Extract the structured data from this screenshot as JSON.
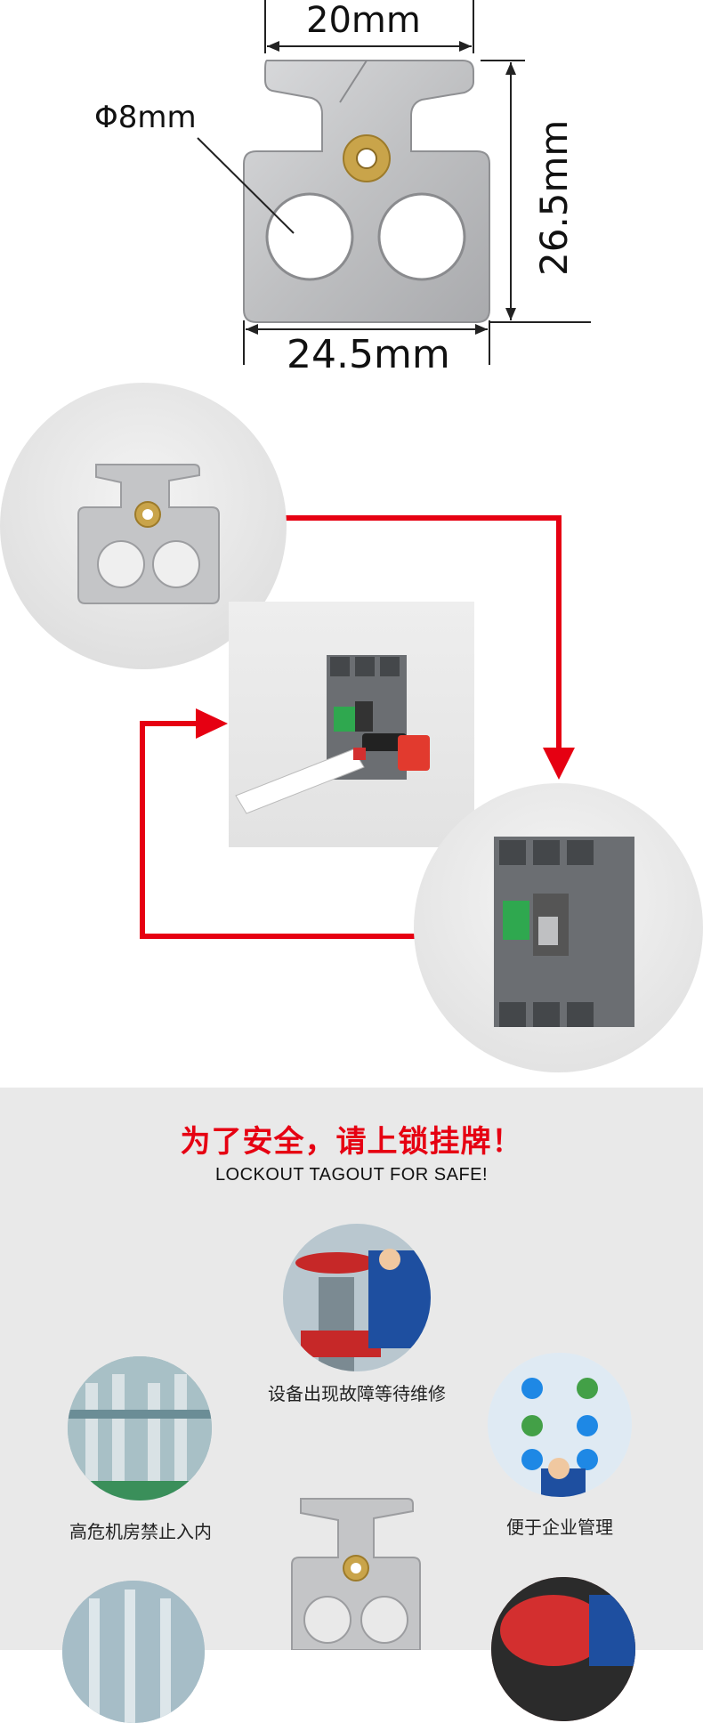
{
  "dimensions": {
    "top_width": "20mm",
    "hole_diameter": "Φ8mm",
    "height": "26.5mm",
    "bottom_width": "24.5mm"
  },
  "section": {
    "title_cn": "为了安全，请上锁挂牌！",
    "title_en": "LOCKOUT TAGOUT FOR SAFE!"
  },
  "scenarios": [
    {
      "label": "设备出现故障等待维修",
      "icon": "valve-repair-photo"
    },
    {
      "label": "高危机房禁止入内",
      "icon": "machine-room-photo"
    },
    {
      "label": "便于企业管理",
      "icon": "management-dashboard-photo"
    }
  ],
  "colors": {
    "accent_red": "#e60012",
    "plate_gray": "#c2c3c5",
    "brass": "#c9a44a",
    "breaker_gray": "#6b6e72"
  }
}
